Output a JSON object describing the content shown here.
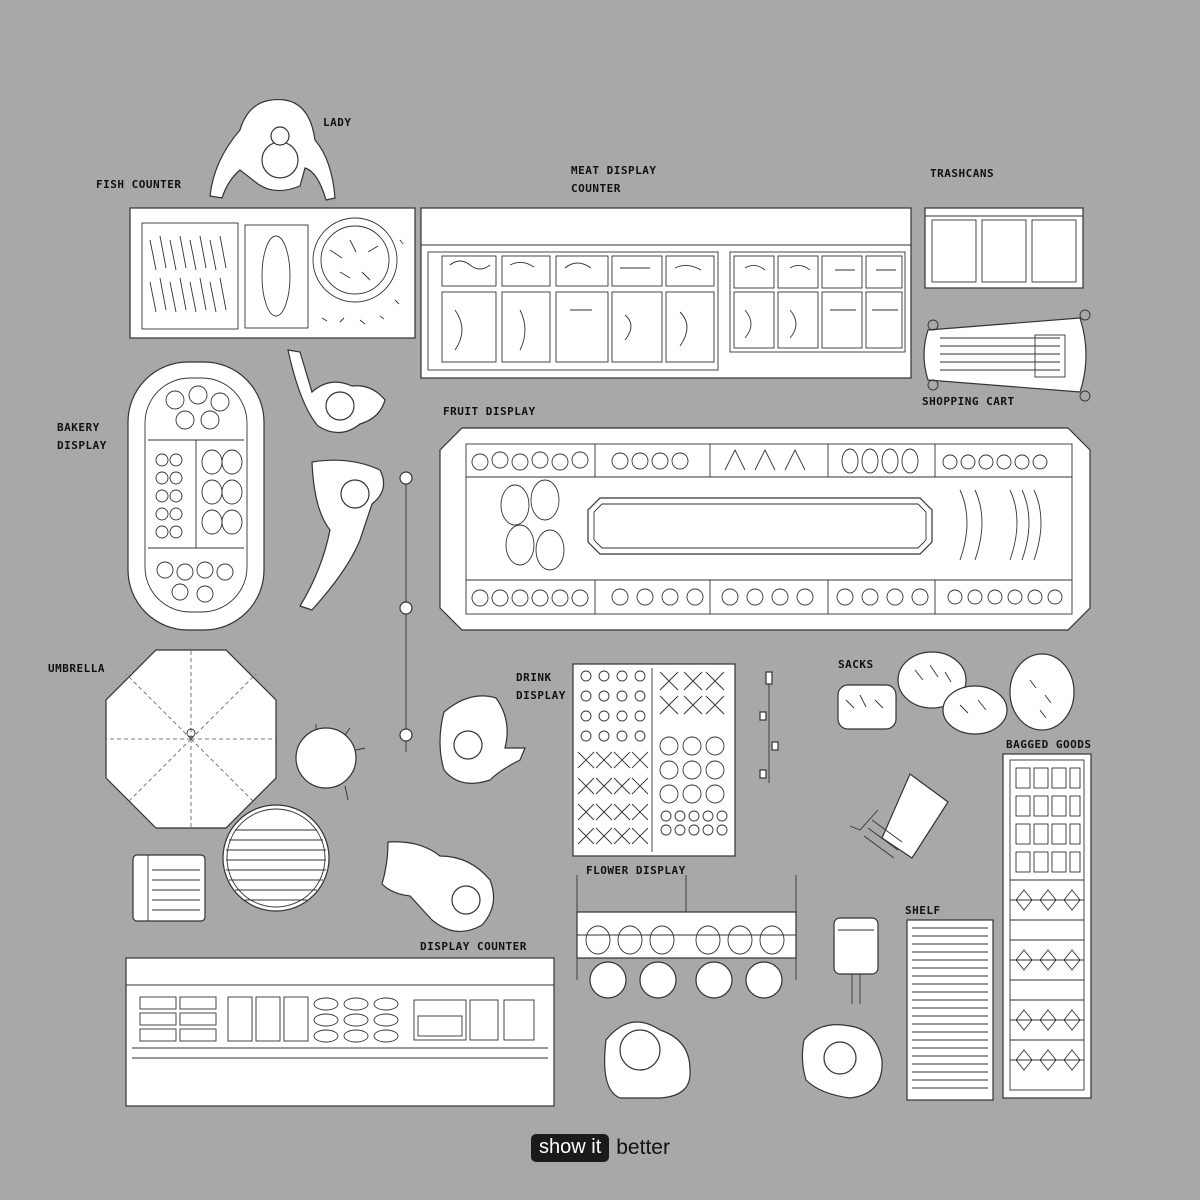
{
  "labels": {
    "lady": "LADY",
    "fish_counter": "FISH COUNTER",
    "meat_display_1": "MEAT DISPLAY",
    "meat_display_2": "COUNTER",
    "trashcans": "TRASHCANS",
    "shopping_cart": "SHOPPING CART",
    "bakery_1": "BAKERY",
    "bakery_2": "DISPLAY",
    "fruit_display": "FRUIT DISPLAY",
    "umbrella": "UMBRELLA",
    "drink_1": "DRINK",
    "drink_2": "DISPLAY",
    "sacks": "SACKS",
    "bagged_goods": "BAGGED GOODS",
    "flower_display": "FLOWER DISPLAY",
    "shelf": "SHELF",
    "display_counter": "DISPLAY COUNTER"
  },
  "brand": {
    "box": "show it",
    "word": "better"
  },
  "colors": {
    "background": "#a8a8a8",
    "fill": "#ffffff",
    "stroke": "#333333"
  }
}
